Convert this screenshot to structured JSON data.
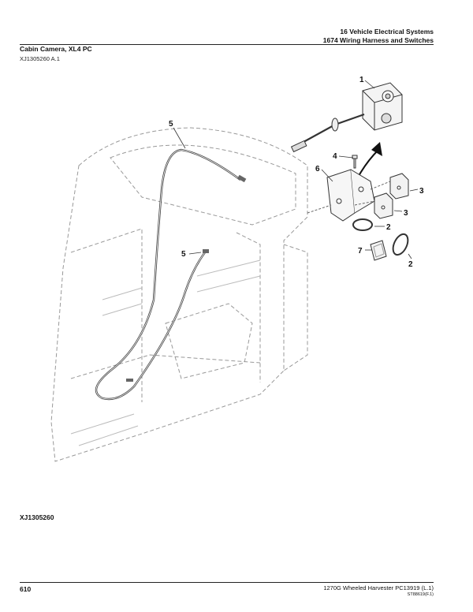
{
  "header": {
    "chapter": "16 Vehicle Electrical Systems",
    "group": "1674 Wiring Harness and Switches"
  },
  "section": {
    "title": "Cabin Camera, XL4 PC",
    "reference": "XJ1305260 A.1"
  },
  "figure": {
    "id": "XJ1305260",
    "callouts": [
      "1",
      "2",
      "2",
      "3",
      "3",
      "4",
      "5",
      "5",
      "6",
      "7"
    ]
  },
  "footer": {
    "page": "610",
    "product": "1270G Wheeled Harvester   PC13919   (L.1)",
    "code": "ST88619(F.1)"
  }
}
